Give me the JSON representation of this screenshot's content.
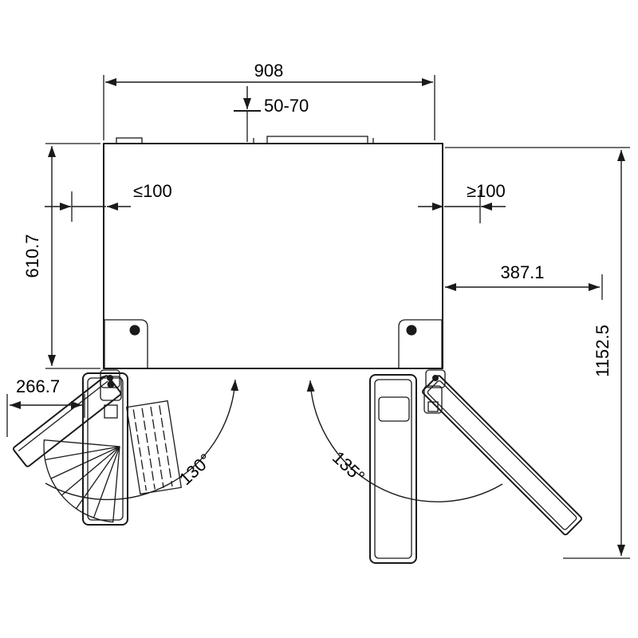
{
  "drawing": {
    "dim_width_top": "908",
    "dim_top_clearance": "50-70",
    "dim_left_clearance": "≤100",
    "dim_right_clearance": "≥100",
    "dim_left_depth": "610.7",
    "dim_right_offset": "387.1",
    "dim_total_depth": "1152.5",
    "dim_left_door": "266.7",
    "angle_left_door": "130°",
    "angle_right_door": "135°",
    "colors": {
      "line": "#1a1a1a",
      "background": "#ffffff"
    }
  }
}
